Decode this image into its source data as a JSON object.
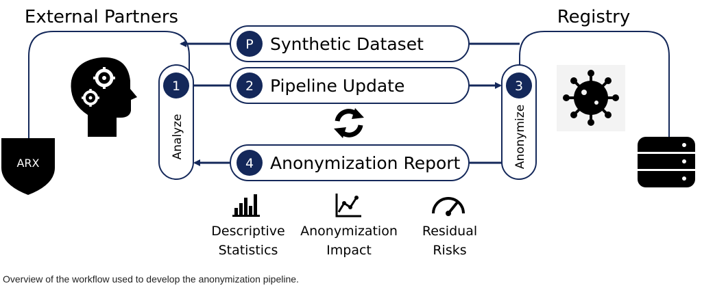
{
  "groups": {
    "left_title": "External Partners",
    "right_title": "Registry"
  },
  "steps": {
    "p": {
      "badge": "P",
      "label": "Synthetic Dataset"
    },
    "s1": {
      "badge": "1",
      "label": "Analyze"
    },
    "s2": {
      "badge": "2",
      "label": "Pipeline Update"
    },
    "s3": {
      "badge": "3",
      "label": "Anonymize"
    },
    "s4": {
      "badge": "4",
      "label": "Anonymization Report"
    }
  },
  "tool": {
    "shield_text": "ARX"
  },
  "report_items": [
    {
      "icon": "bar-chart-icon",
      "line1": "Descriptive",
      "line2": "Statistics"
    },
    {
      "icon": "line-chart-icon",
      "line1": "Anonymization",
      "line2": "Impact"
    },
    {
      "icon": "gauge-icon",
      "line1": "Residual",
      "line2": "Risks"
    }
  ],
  "caption": "Overview of the workflow used to develop the anonymization pipeline.",
  "colors": {
    "navy": "#14285a",
    "black": "#000000",
    "white": "#ffffff"
  }
}
